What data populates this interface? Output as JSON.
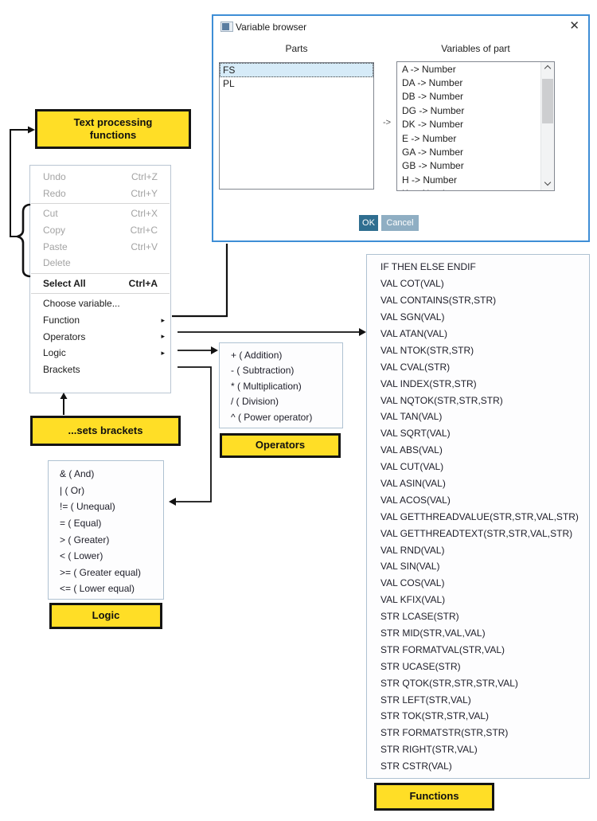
{
  "colors": {
    "yellow": "#FFDE26",
    "yellow_border": "#141414",
    "dialog_border": "#3E8ED6",
    "panel_border": "#AFC2D2",
    "ok_bg": "#2F6E90",
    "cancel_bg": "#8FAEC3",
    "selected_row": "#D6EBF8",
    "text": "#1B1B1B",
    "disabled_text": "#A3A3A3"
  },
  "dialog": {
    "title": "Variable browser",
    "close_glyph": "✕",
    "parts_label": "Parts",
    "variables_label": "Variables of part",
    "map_arrow": "->",
    "parts": [
      {
        "label": "FS",
        "selected": true
      },
      {
        "label": "PL"
      }
    ],
    "variables": [
      "A -> Number",
      "DA -> Number",
      "DB -> Number",
      "DG -> Number",
      "DK -> Number",
      "E -> Number",
      "GA -> Number",
      "GB -> Number",
      "H -> Number",
      "K -> Number"
    ],
    "ok_label": "OK",
    "cancel_label": "Cancel"
  },
  "callouts": {
    "text_processing": "Text processing functions",
    "sets_brackets": "...sets brackets",
    "operators": "Operators",
    "logic": "Logic",
    "functions": "Functions"
  },
  "context_menu": {
    "items": [
      {
        "label": "Undo",
        "shortcut": "Ctrl+Z",
        "disabled": true
      },
      {
        "label": "Redo",
        "shortcut": "Ctrl+Y",
        "disabled": true
      },
      {
        "type": "separator"
      },
      {
        "label": "Cut",
        "shortcut": "Ctrl+X",
        "disabled": true
      },
      {
        "label": "Copy",
        "shortcut": "Ctrl+C",
        "disabled": true
      },
      {
        "label": "Paste",
        "shortcut": "Ctrl+V",
        "disabled": true
      },
      {
        "label": "Delete",
        "disabled": true
      },
      {
        "type": "separator"
      },
      {
        "label": "Select All",
        "shortcut": "Ctrl+A",
        "bold": true
      },
      {
        "type": "separator"
      },
      {
        "label": "Choose variable..."
      },
      {
        "label": "Function",
        "submenu": true
      },
      {
        "label": "Operators",
        "submenu": true
      },
      {
        "label": "Logic",
        "submenu": true
      },
      {
        "label": "Brackets"
      }
    ]
  },
  "operators_menu": {
    "items": [
      "+ ( Addition)",
      "- ( Subtraction)",
      "* ( Multiplication)",
      "/ ( Division)",
      "^ ( Power operator)"
    ]
  },
  "logic_menu": {
    "items": [
      "& ( And)",
      "| ( Or)",
      "!= ( Unequal)",
      "= ( Equal)",
      "> ( Greater)",
      "< ( Lower)",
      ">= ( Greater equal)",
      "<= ( Lower equal)"
    ]
  },
  "functions_menu": {
    "items": [
      "IF THEN ELSE ENDIF",
      "VAL COT(VAL)",
      "VAL CONTAINS(STR,STR)",
      "VAL SGN(VAL)",
      "VAL ATAN(VAL)",
      "VAL NTOK(STR,STR)",
      "VAL CVAL(STR)",
      "VAL INDEX(STR,STR)",
      "VAL NQTOK(STR,STR,STR)",
      "VAL TAN(VAL)",
      "VAL SQRT(VAL)",
      "VAL ABS(VAL)",
      "VAL CUT(VAL)",
      "VAL ASIN(VAL)",
      "VAL ACOS(VAL)",
      "VAL GETTHREADVALUE(STR,STR,VAL,STR)",
      "VAL GETTHREADTEXT(STR,STR,VAL,STR)",
      "VAL RND(VAL)",
      "VAL SIN(VAL)",
      "VAL COS(VAL)",
      "VAL KFIX(VAL)",
      "STR LCASE(STR)",
      "STR MID(STR,VAL,VAL)",
      "STR FORMATVAL(STR,VAL)",
      "STR UCASE(STR)",
      "STR QTOK(STR,STR,STR,VAL)",
      "STR LEFT(STR,VAL)",
      "STR TOK(STR,STR,VAL)",
      "STR FORMATSTR(STR,STR)",
      "STR RIGHT(STR,VAL)",
      "STR CSTR(VAL)"
    ]
  }
}
